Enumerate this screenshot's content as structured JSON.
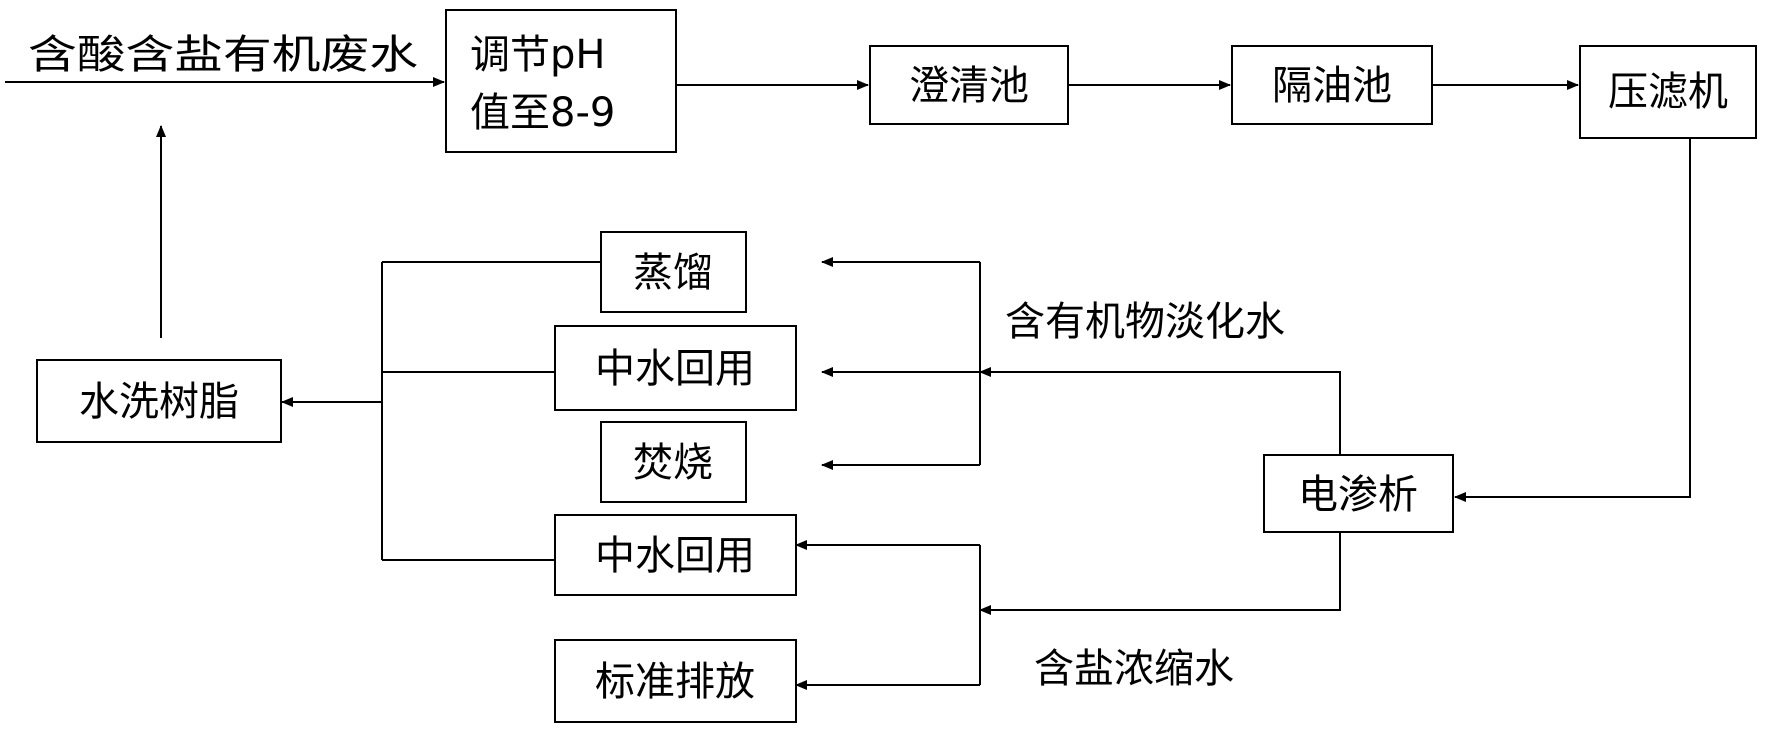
{
  "diagram": {
    "input_label": "含酸含盐有机废水",
    "nodes": {
      "ph_adjust_line1": "调节pH",
      "ph_adjust_line2": "值至8-9",
      "clarifier": "澄清池",
      "oil_separator": "隔油池",
      "filter_press": "压滤机",
      "electrodialysis": "电渗析",
      "distillation": "蒸馏",
      "reuse_1": "中水回用",
      "incineration": "焚烧",
      "reuse_2": "中水回用",
      "standard_discharge": "标准排放",
      "resin_wash": "水洗树脂"
    },
    "edge_labels": {
      "dilute_water": "含有机物淡化水",
      "concentrate_water": "含盐浓缩水"
    }
  }
}
